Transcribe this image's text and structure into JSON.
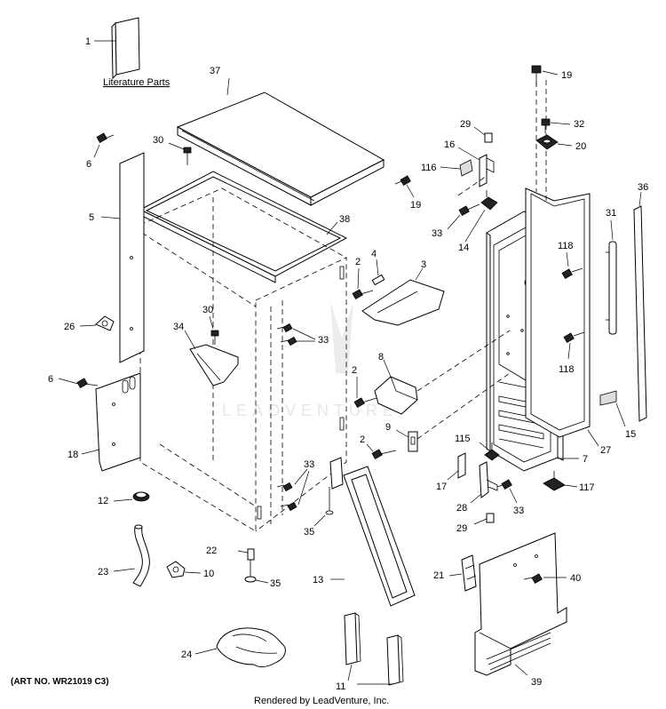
{
  "literature_label": "Literature Parts",
  "art_number": "(ART NO. WR21019 C3)",
  "footer": "Rendered by LeadVenture, Inc.",
  "watermark": "LEADVENTURE",
  "callouts": {
    "c1": "1",
    "c2a": "2",
    "c2b": "2",
    "c2c": "2",
    "c3": "3",
    "c4": "4",
    "c5": "5",
    "c6a": "6",
    "c6b": "6",
    "c7": "7",
    "c8": "8",
    "c9": "9",
    "c10": "10",
    "c11": "11",
    "c12": "12",
    "c13": "13",
    "c14": "14",
    "c15": "15",
    "c16": "16",
    "c17": "17",
    "c18": "18",
    "c19a": "19",
    "c19b": "19",
    "c20": "20",
    "c21": "21",
    "c22": "22",
    "c23": "23",
    "c24": "24",
    "c26": "26",
    "c27": "27",
    "c28": "28",
    "c29a": "29",
    "c29b": "29",
    "c30a": "30",
    "c30b": "30",
    "c31": "31",
    "c32": "32",
    "c33a": "33",
    "c33b": "33",
    "c33c": "33",
    "c33d": "33",
    "c34": "34",
    "c35a": "35",
    "c35b": "35",
    "c36": "36",
    "c37": "37",
    "c38": "38",
    "c39": "39",
    "c40": "40",
    "c115": "115",
    "c116": "116",
    "c117": "117",
    "c118a": "118",
    "c118b": "118"
  }
}
